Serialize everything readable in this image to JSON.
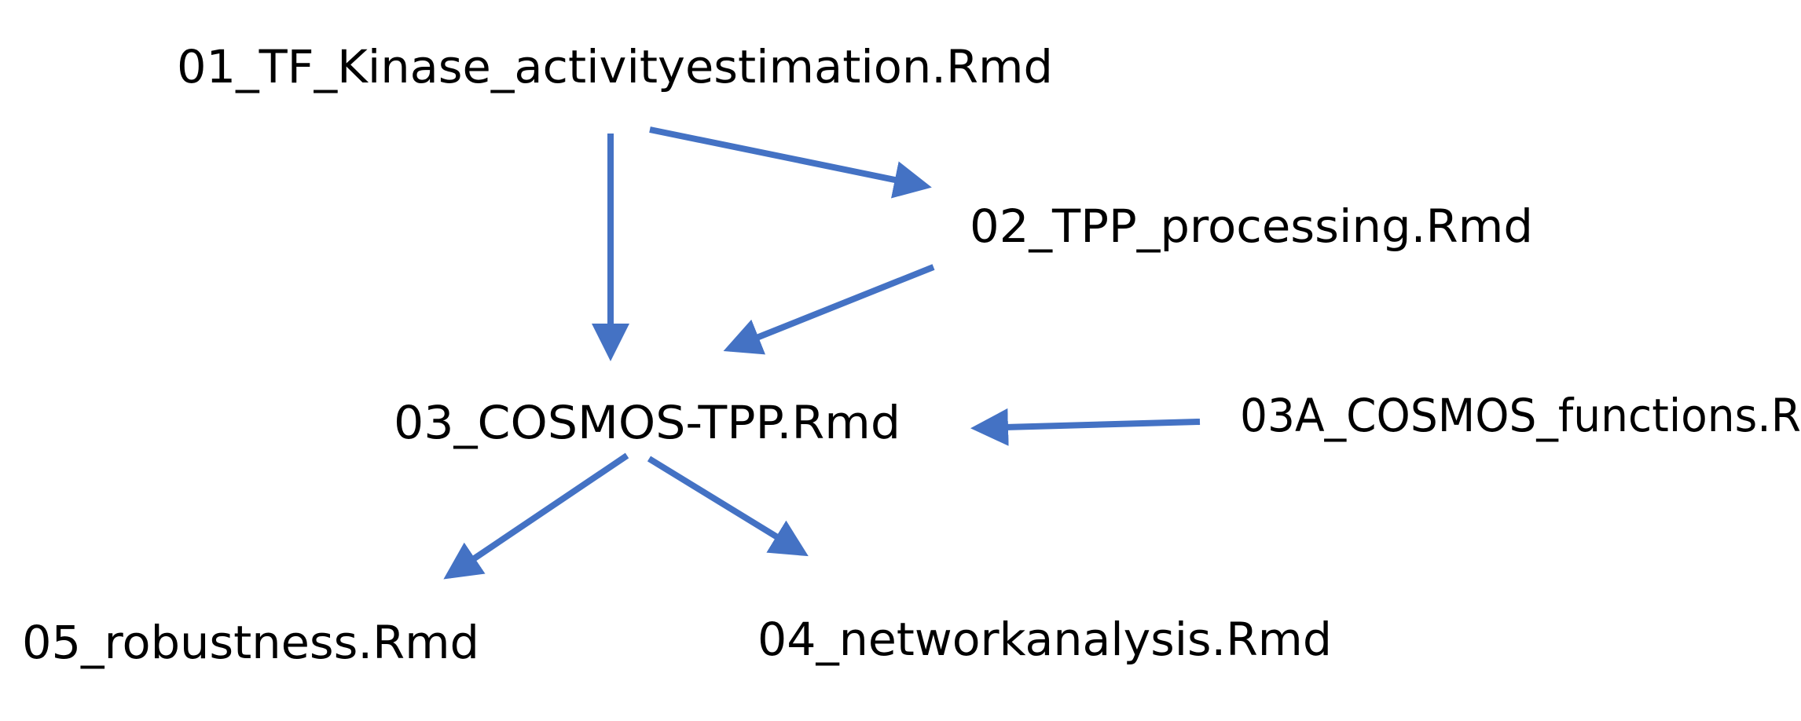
{
  "colors": {
    "background": "#ffffff",
    "arrow": "#4472c4",
    "text": "#000000"
  },
  "nodes": [
    {
      "id": "n01",
      "label": "01_TF_Kinase_activityestimation.Rmd"
    },
    {
      "id": "n02",
      "label": "02_TPP_processing.Rmd"
    },
    {
      "id": "n03",
      "label": "03_COSMOS-TPP.Rmd"
    },
    {
      "id": "n03a",
      "label": "03A_COSMOS_functions.R"
    },
    {
      "id": "n04",
      "label": "04_networkanalysis.Rmd"
    },
    {
      "id": "n05",
      "label": "05_robustness.Rmd"
    }
  ],
  "edges": [
    {
      "from": "n01",
      "to": "n03"
    },
    {
      "from": "n01",
      "to": "n02"
    },
    {
      "from": "n02",
      "to": "n03"
    },
    {
      "from": "n03a",
      "to": "n03"
    },
    {
      "from": "n03",
      "to": "n05"
    },
    {
      "from": "n03",
      "to": "n04"
    }
  ]
}
